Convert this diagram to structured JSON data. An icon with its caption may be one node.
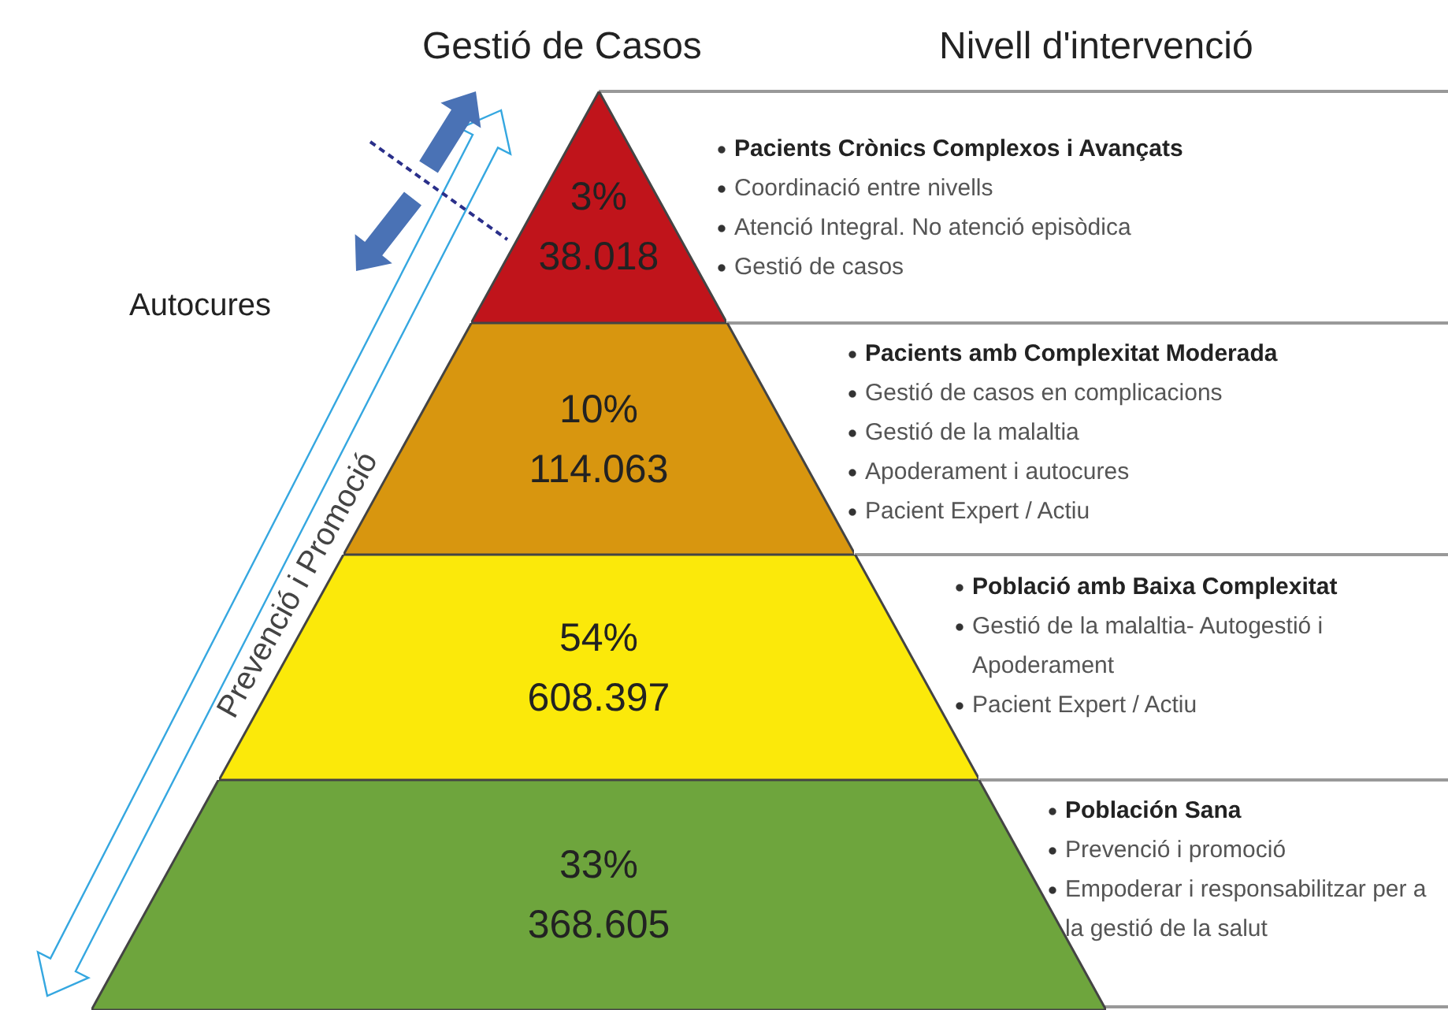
{
  "diagram": {
    "nodes": [
      {
        "text": [
          "3%",
          "38.018"
        ],
        "beside": [
          "Pacients Crònics Complexos i Avançats",
          "Coordinació entre nivells",
          "Atenció Integral. No atenció episòdica",
          "Gestió de casos"
        ]
      },
      {
        "text": [
          "10%",
          "114.063"
        ],
        "beside": [
          "Pacients amb Complexitat Moderada",
          "Gestió de casos en complicacions",
          "Gestió de la malaltia",
          "Apoderament i autocures",
          "Pacient Expert / Actiu"
        ]
      },
      {
        "text": [
          "54%",
          "608.397"
        ],
        "beside": [
          "Població amb Baixa Complexitat",
          "Gestió de la malaltia- Autogestió i Apoderament",
          "Pacient Expert / Actiu"
        ]
      },
      {
        "text": [
          "33%",
          "368.605"
        ],
        "beside": [
          "Población Sana",
          "Prevenció i promoció",
          "Empoderar i responsabilitzar per a la gestió de la salut"
        ]
      }
    ],
    "edges": [],
    "labels": [
      "Gestió de Casos",
      "Nivell d'intervenció",
      "Autocures",
      "Prevenció i Promoció"
    ]
  }
}
